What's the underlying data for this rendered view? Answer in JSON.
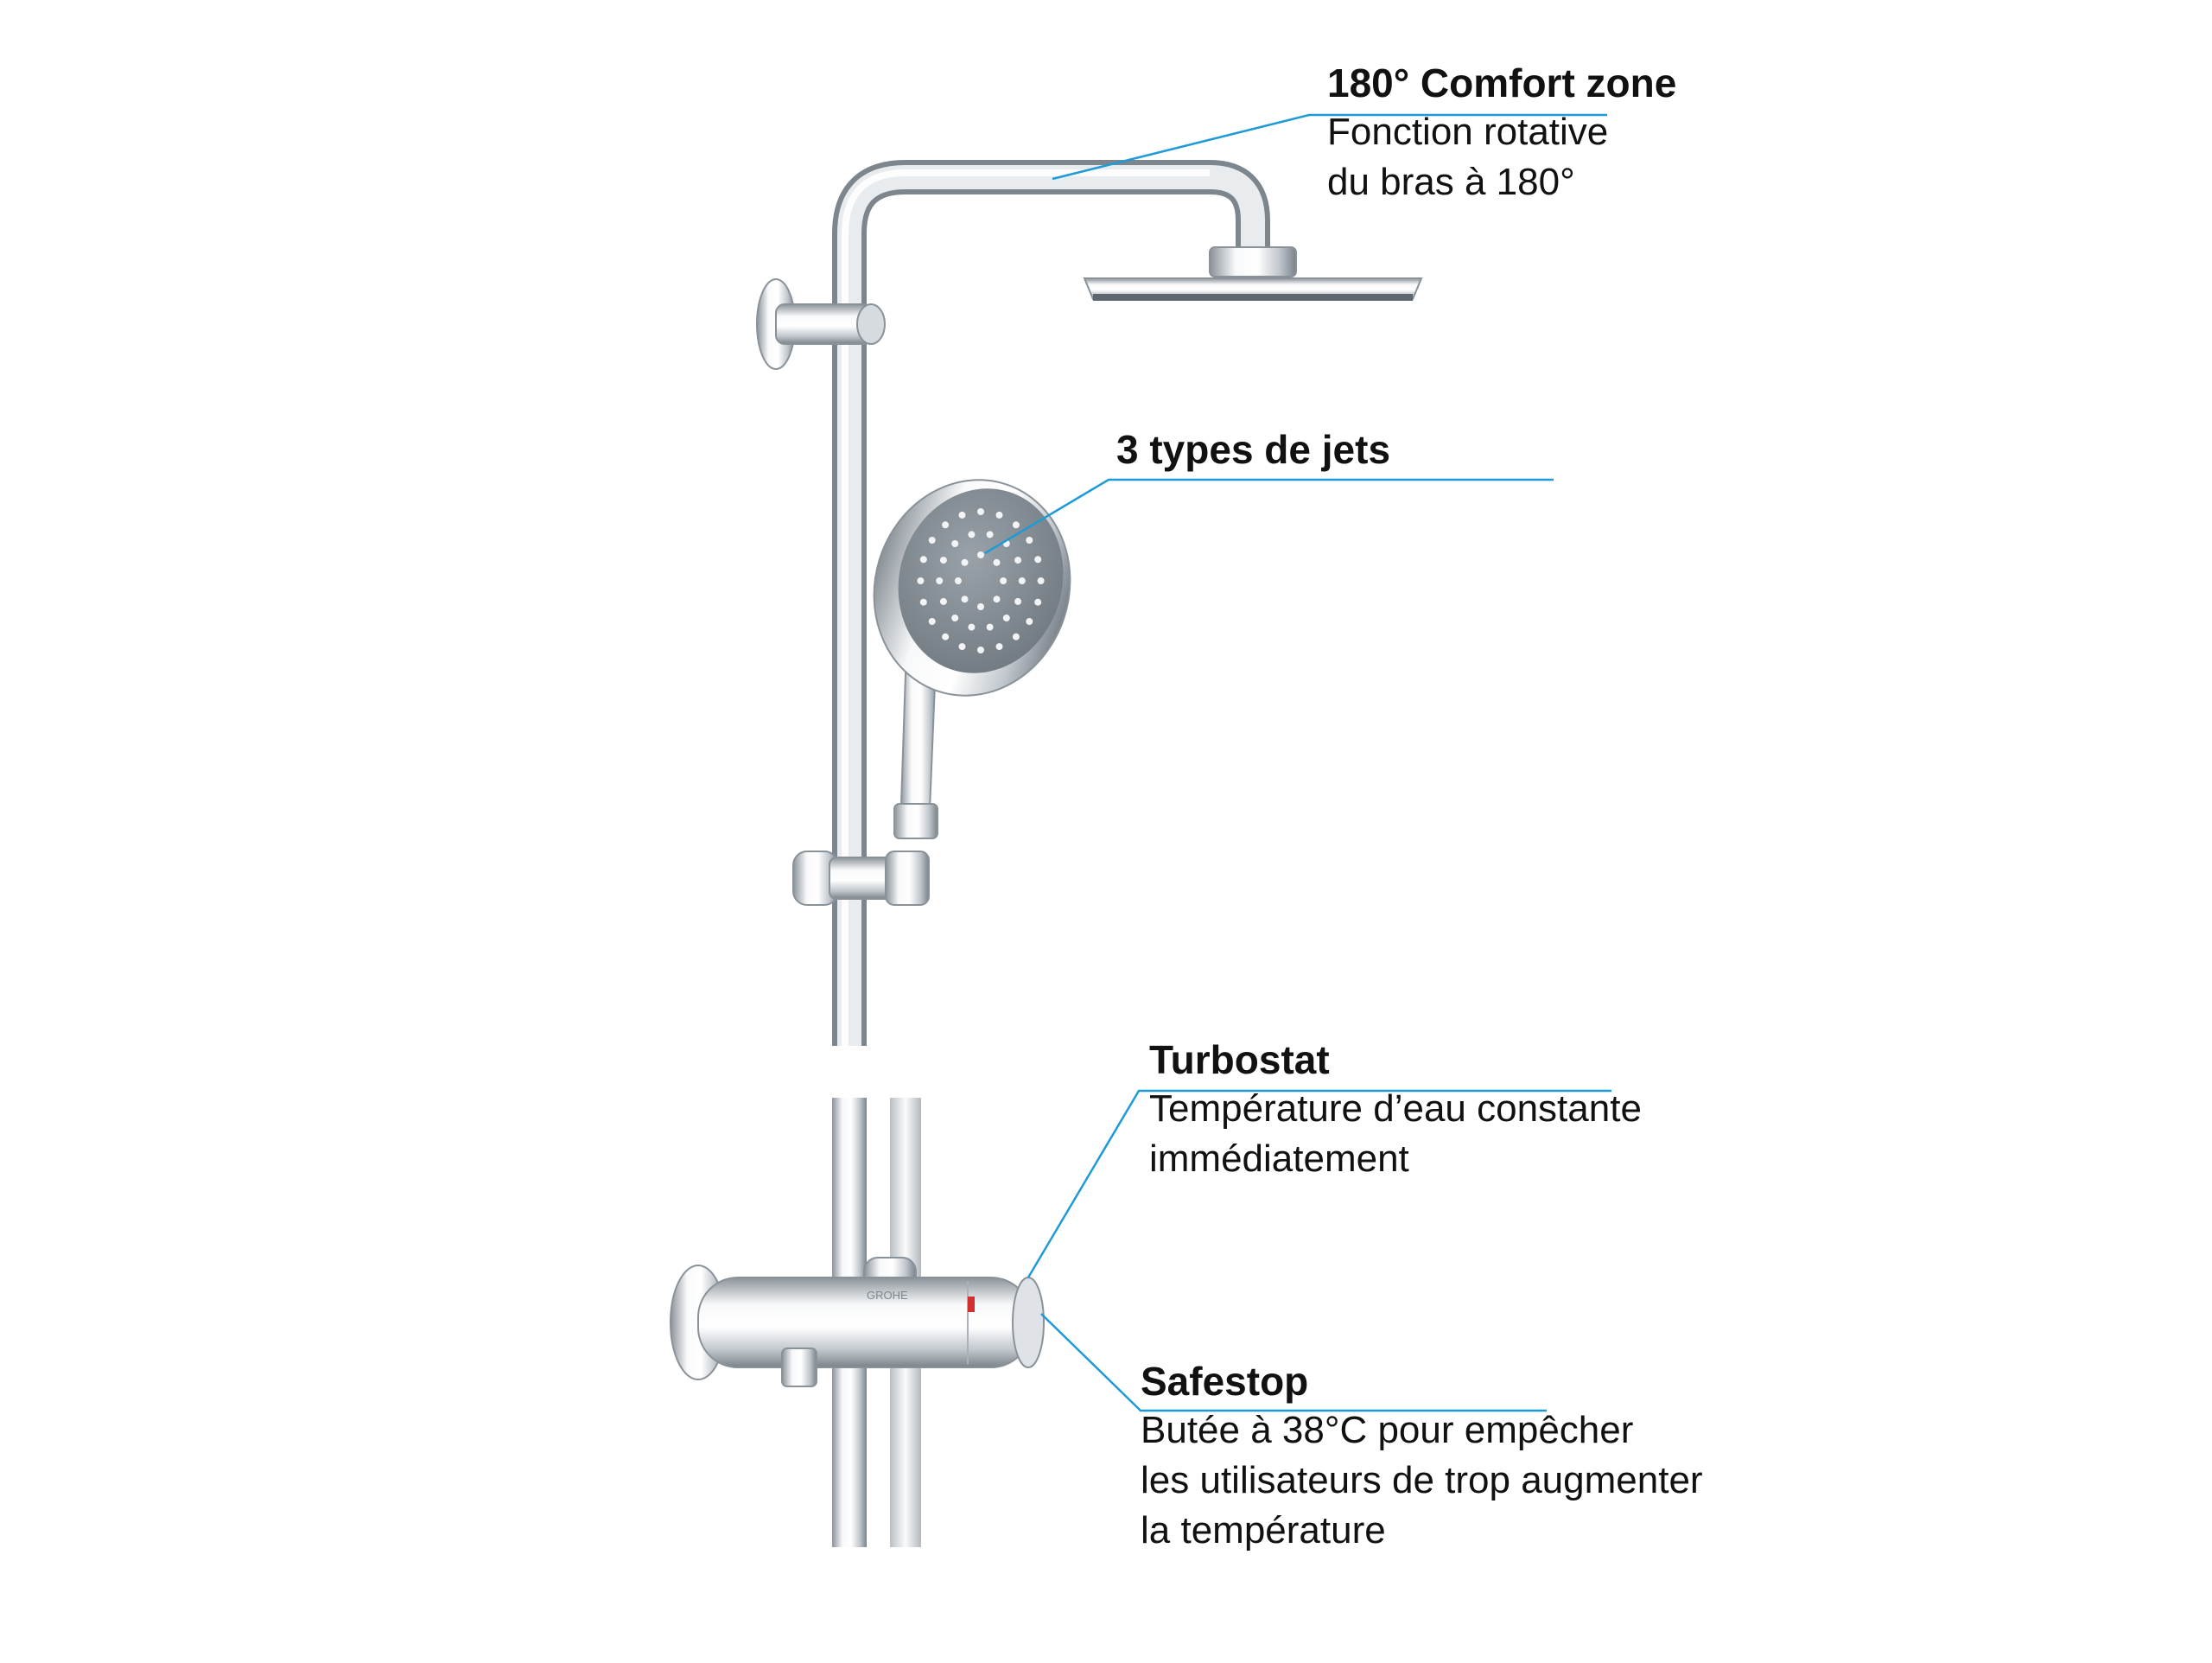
{
  "callouts": {
    "comfort_zone": {
      "title": "180° Comfort zone",
      "lines": [
        "Fonction rotative",
        "du bras à 180°"
      ]
    },
    "jets": {
      "title": "3 types de jets",
      "lines": []
    },
    "turbostat": {
      "title": "Turbostat",
      "lines": [
        "Température d’eau constante",
        "immédiatement"
      ]
    },
    "safestop": {
      "title": "Safestop",
      "lines": [
        "Butée à 38°C pour empêcher",
        "les utilisateurs de trop augmenter",
        "la température"
      ]
    }
  },
  "product": {
    "brand_mark": "GROHE"
  },
  "colors": {
    "leader_line": "#1e9bd7",
    "chrome_light": "#f4f6f8",
    "chrome_mid": "#c3c9cf",
    "chrome_dark": "#7d858d",
    "spray_face": "#8d959c",
    "nozzle": "#f2f4f6"
  }
}
